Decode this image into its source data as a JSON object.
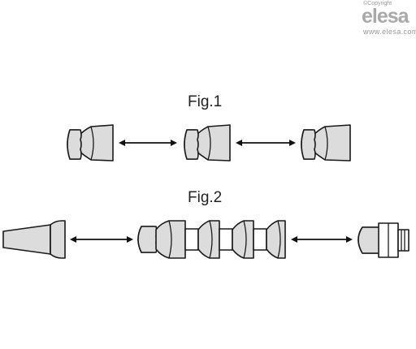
{
  "watermark": {
    "copyright": "©Copyright",
    "brand": "elesa",
    "url": "www.elesa.com"
  },
  "figures": [
    {
      "label": "Fig.1"
    },
    {
      "label": "Fig.2"
    }
  ],
  "colors": {
    "part_fill": "#dcdcdc",
    "outline": "#1a1a1a",
    "watermark": "#a9a9a9"
  }
}
